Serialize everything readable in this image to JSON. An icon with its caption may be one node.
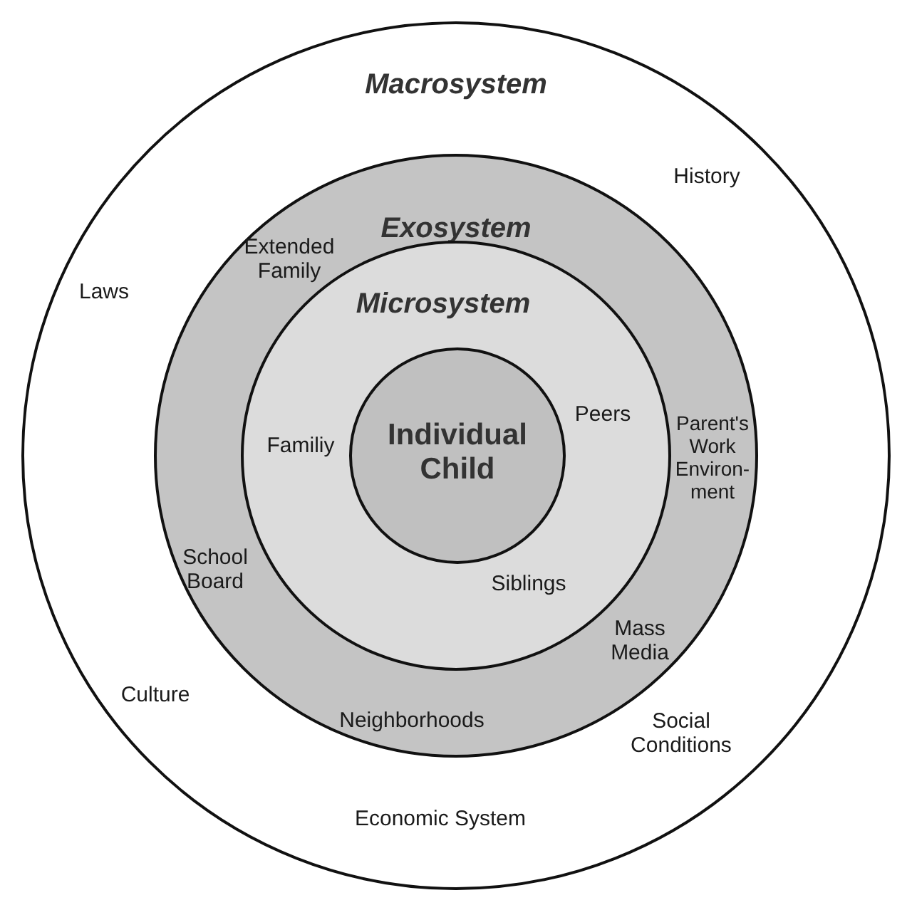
{
  "diagram": {
    "nodes": [
      {
        "text": [
          "Macrosystem"
        ]
      },
      {
        "text": [
          "Exosystem"
        ],
        "in": 0
      },
      {
        "text": [
          "Microsystem"
        ],
        "in": 1
      },
      {
        "text": [
          "Individual Child"
        ],
        "in": 2
      }
    ],
    "labels": [
      "History",
      "Extended Family",
      "Laws",
      "Familiy",
      "Peers",
      "Parent's Work Environ- ment",
      "School Board",
      "Siblings",
      "Mass Media",
      "Culture",
      "Neighborhoods",
      "Social Conditions",
      "Economic System"
    ]
  }
}
